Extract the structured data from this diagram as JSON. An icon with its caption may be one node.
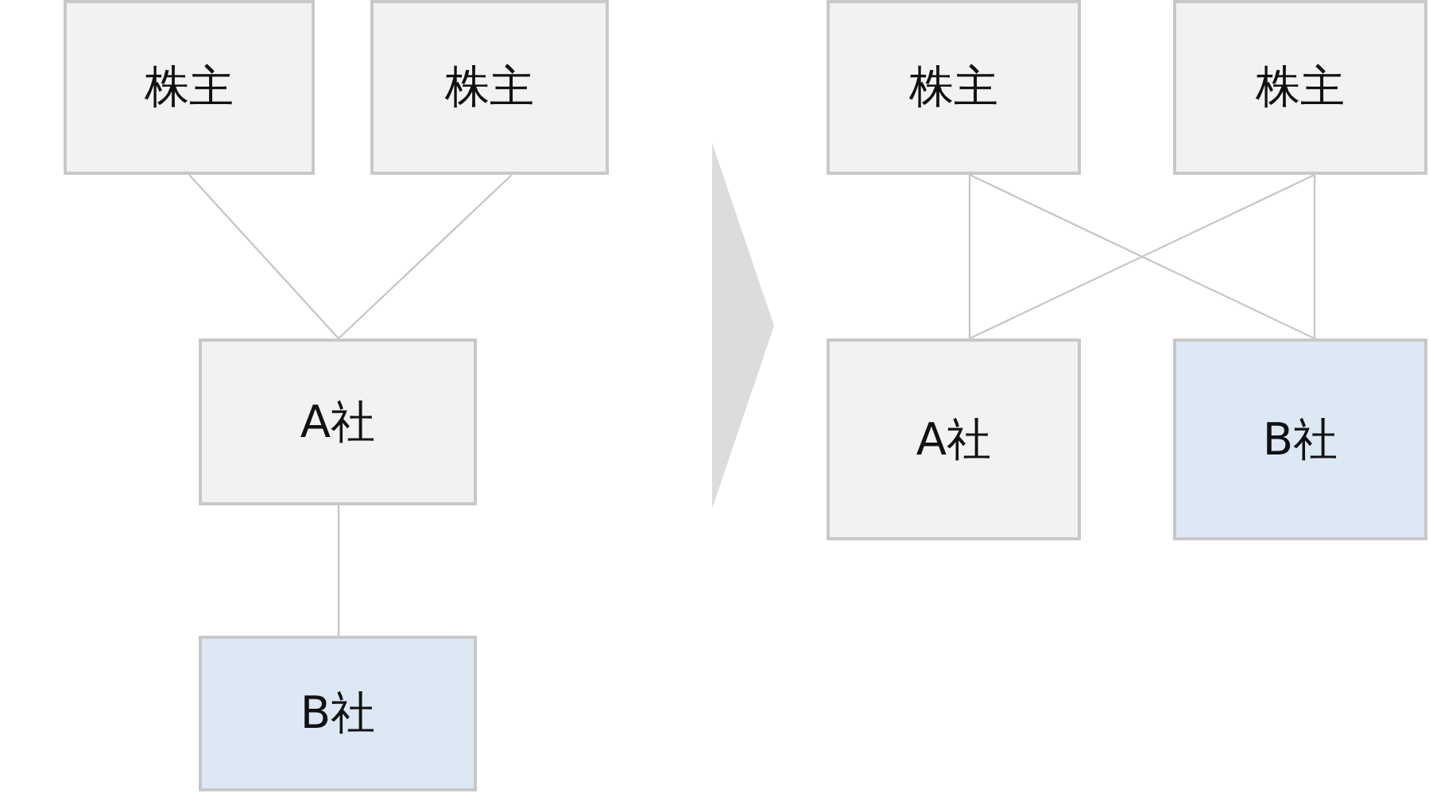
{
  "diagram": {
    "nodes": [
      {
        "text": [
          "株主"
        ]
      },
      {
        "text": [
          "株主"
        ]
      },
      {
        "text": [
          "A社"
        ]
      },
      {
        "text": [
          "B社"
        ]
      },
      {
        "text": [
          "株主"
        ]
      },
      {
        "text": [
          "株主"
        ]
      },
      {
        "text": [
          "A社"
        ]
      },
      {
        "text": [
          "B社"
        ]
      }
    ],
    "edges": [
      {
        "from": 0,
        "to": 2,
        "arrow": "none"
      },
      {
        "from": 1,
        "to": 2,
        "arrow": "none"
      },
      {
        "from": 2,
        "to": 3,
        "arrow": "none"
      },
      {
        "from": 4,
        "to": 6,
        "arrow": "none"
      },
      {
        "from": 4,
        "to": 7,
        "arrow": "none"
      },
      {
        "from": 5,
        "to": 6,
        "arrow": "none"
      },
      {
        "from": 5,
        "to": 7,
        "arrow": "none"
      }
    ]
  }
}
